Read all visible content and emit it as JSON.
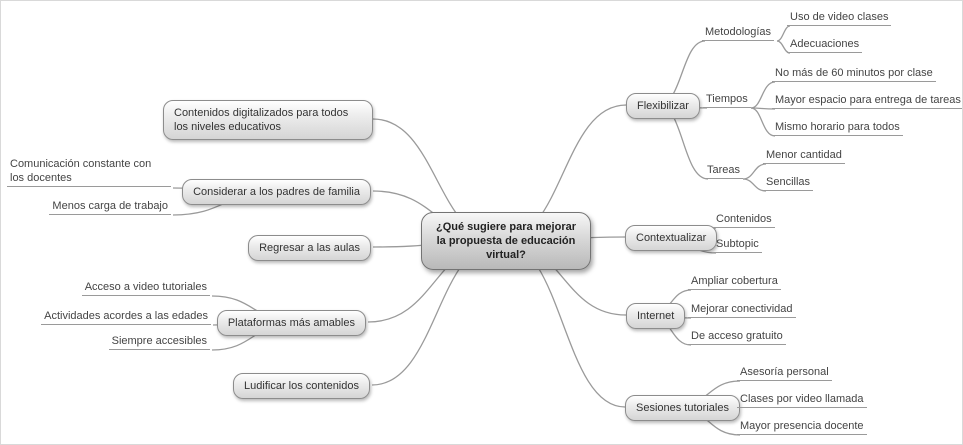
{
  "colors": {
    "connector": "#9a9a9a",
    "node_border": "#8c8c8c"
  },
  "central": {
    "label": "¿Qué sugiere para mejorar la propuesta de educación virtual?"
  },
  "left": [
    {
      "label": "Contenidos digitalizados para todos los niveles educativos",
      "children": []
    },
    {
      "label": "Considerar a los padres de familia",
      "children": [
        {
          "label": "Comunicación constante con los docentes"
        },
        {
          "label": "Menos carga de trabajo"
        }
      ]
    },
    {
      "label": "Regresar a las aulas",
      "children": []
    },
    {
      "label": "Plataformas más amables",
      "children": [
        {
          "label": "Acceso a video tutoriales"
        },
        {
          "label": "Actividades acordes a las edades"
        },
        {
          "label": "Siempre accesibles"
        }
      ]
    },
    {
      "label": "Ludificar los contenidos",
      "children": []
    }
  ],
  "right": [
    {
      "label": "Flexibilizar",
      "children": [
        {
          "label": "Metodologías",
          "children": [
            {
              "label": "Uso de video clases"
            },
            {
              "label": "Adecuaciones"
            }
          ]
        },
        {
          "label": "Tiempos",
          "children": [
            {
              "label": "No más de 60 minutos por clase"
            },
            {
              "label": "Mayor espacio para entrega de tareas"
            },
            {
              "label": "Mismo horario para todos"
            }
          ]
        },
        {
          "label": "Tareas",
          "children": [
            {
              "label": "Menor cantidad"
            },
            {
              "label": "Sencillas"
            }
          ]
        }
      ]
    },
    {
      "label": "Contextualizar",
      "children": [
        {
          "label": "Contenidos"
        },
        {
          "label": "Subtopic"
        }
      ]
    },
    {
      "label": "Internet",
      "children": [
        {
          "label": "Ampliar cobertura"
        },
        {
          "label": "Mejorar conectividad"
        },
        {
          "label": "De acceso gratuito"
        }
      ]
    },
    {
      "label": "Sesiones tutoriales",
      "children": [
        {
          "label": "Asesoría personal"
        },
        {
          "label": "Clases por video llamada"
        },
        {
          "label": "Mayor presencia docente"
        }
      ]
    }
  ]
}
